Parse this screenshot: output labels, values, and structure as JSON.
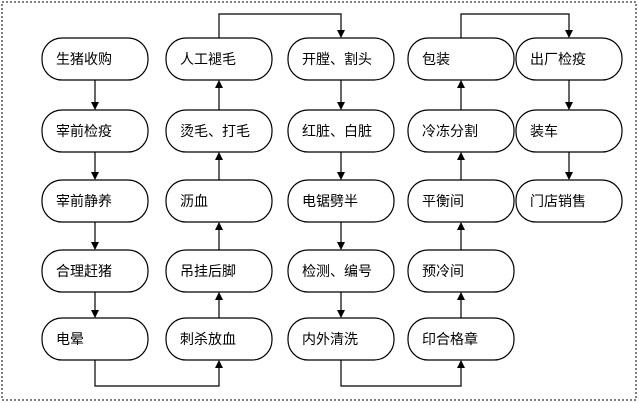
{
  "flow": {
    "col1": [
      "生猪收购",
      "宰前检疫",
      "宰前静养",
      "合理赶猪",
      "电晕"
    ],
    "col2": [
      "人工褪毛",
      "烫毛、打毛",
      "沥血",
      "吊挂后脚",
      "刺杀放血"
    ],
    "col3": [
      "开膛、割头",
      "红脏、白脏",
      "电锯劈半",
      "检测、编号",
      "内外清洗"
    ],
    "col4": [
      "包装",
      "冷冻分割",
      "平衡间",
      "预冷间",
      "印合格章"
    ],
    "col5": [
      "出厂检疫",
      "装车",
      "门店销售"
    ]
  }
}
